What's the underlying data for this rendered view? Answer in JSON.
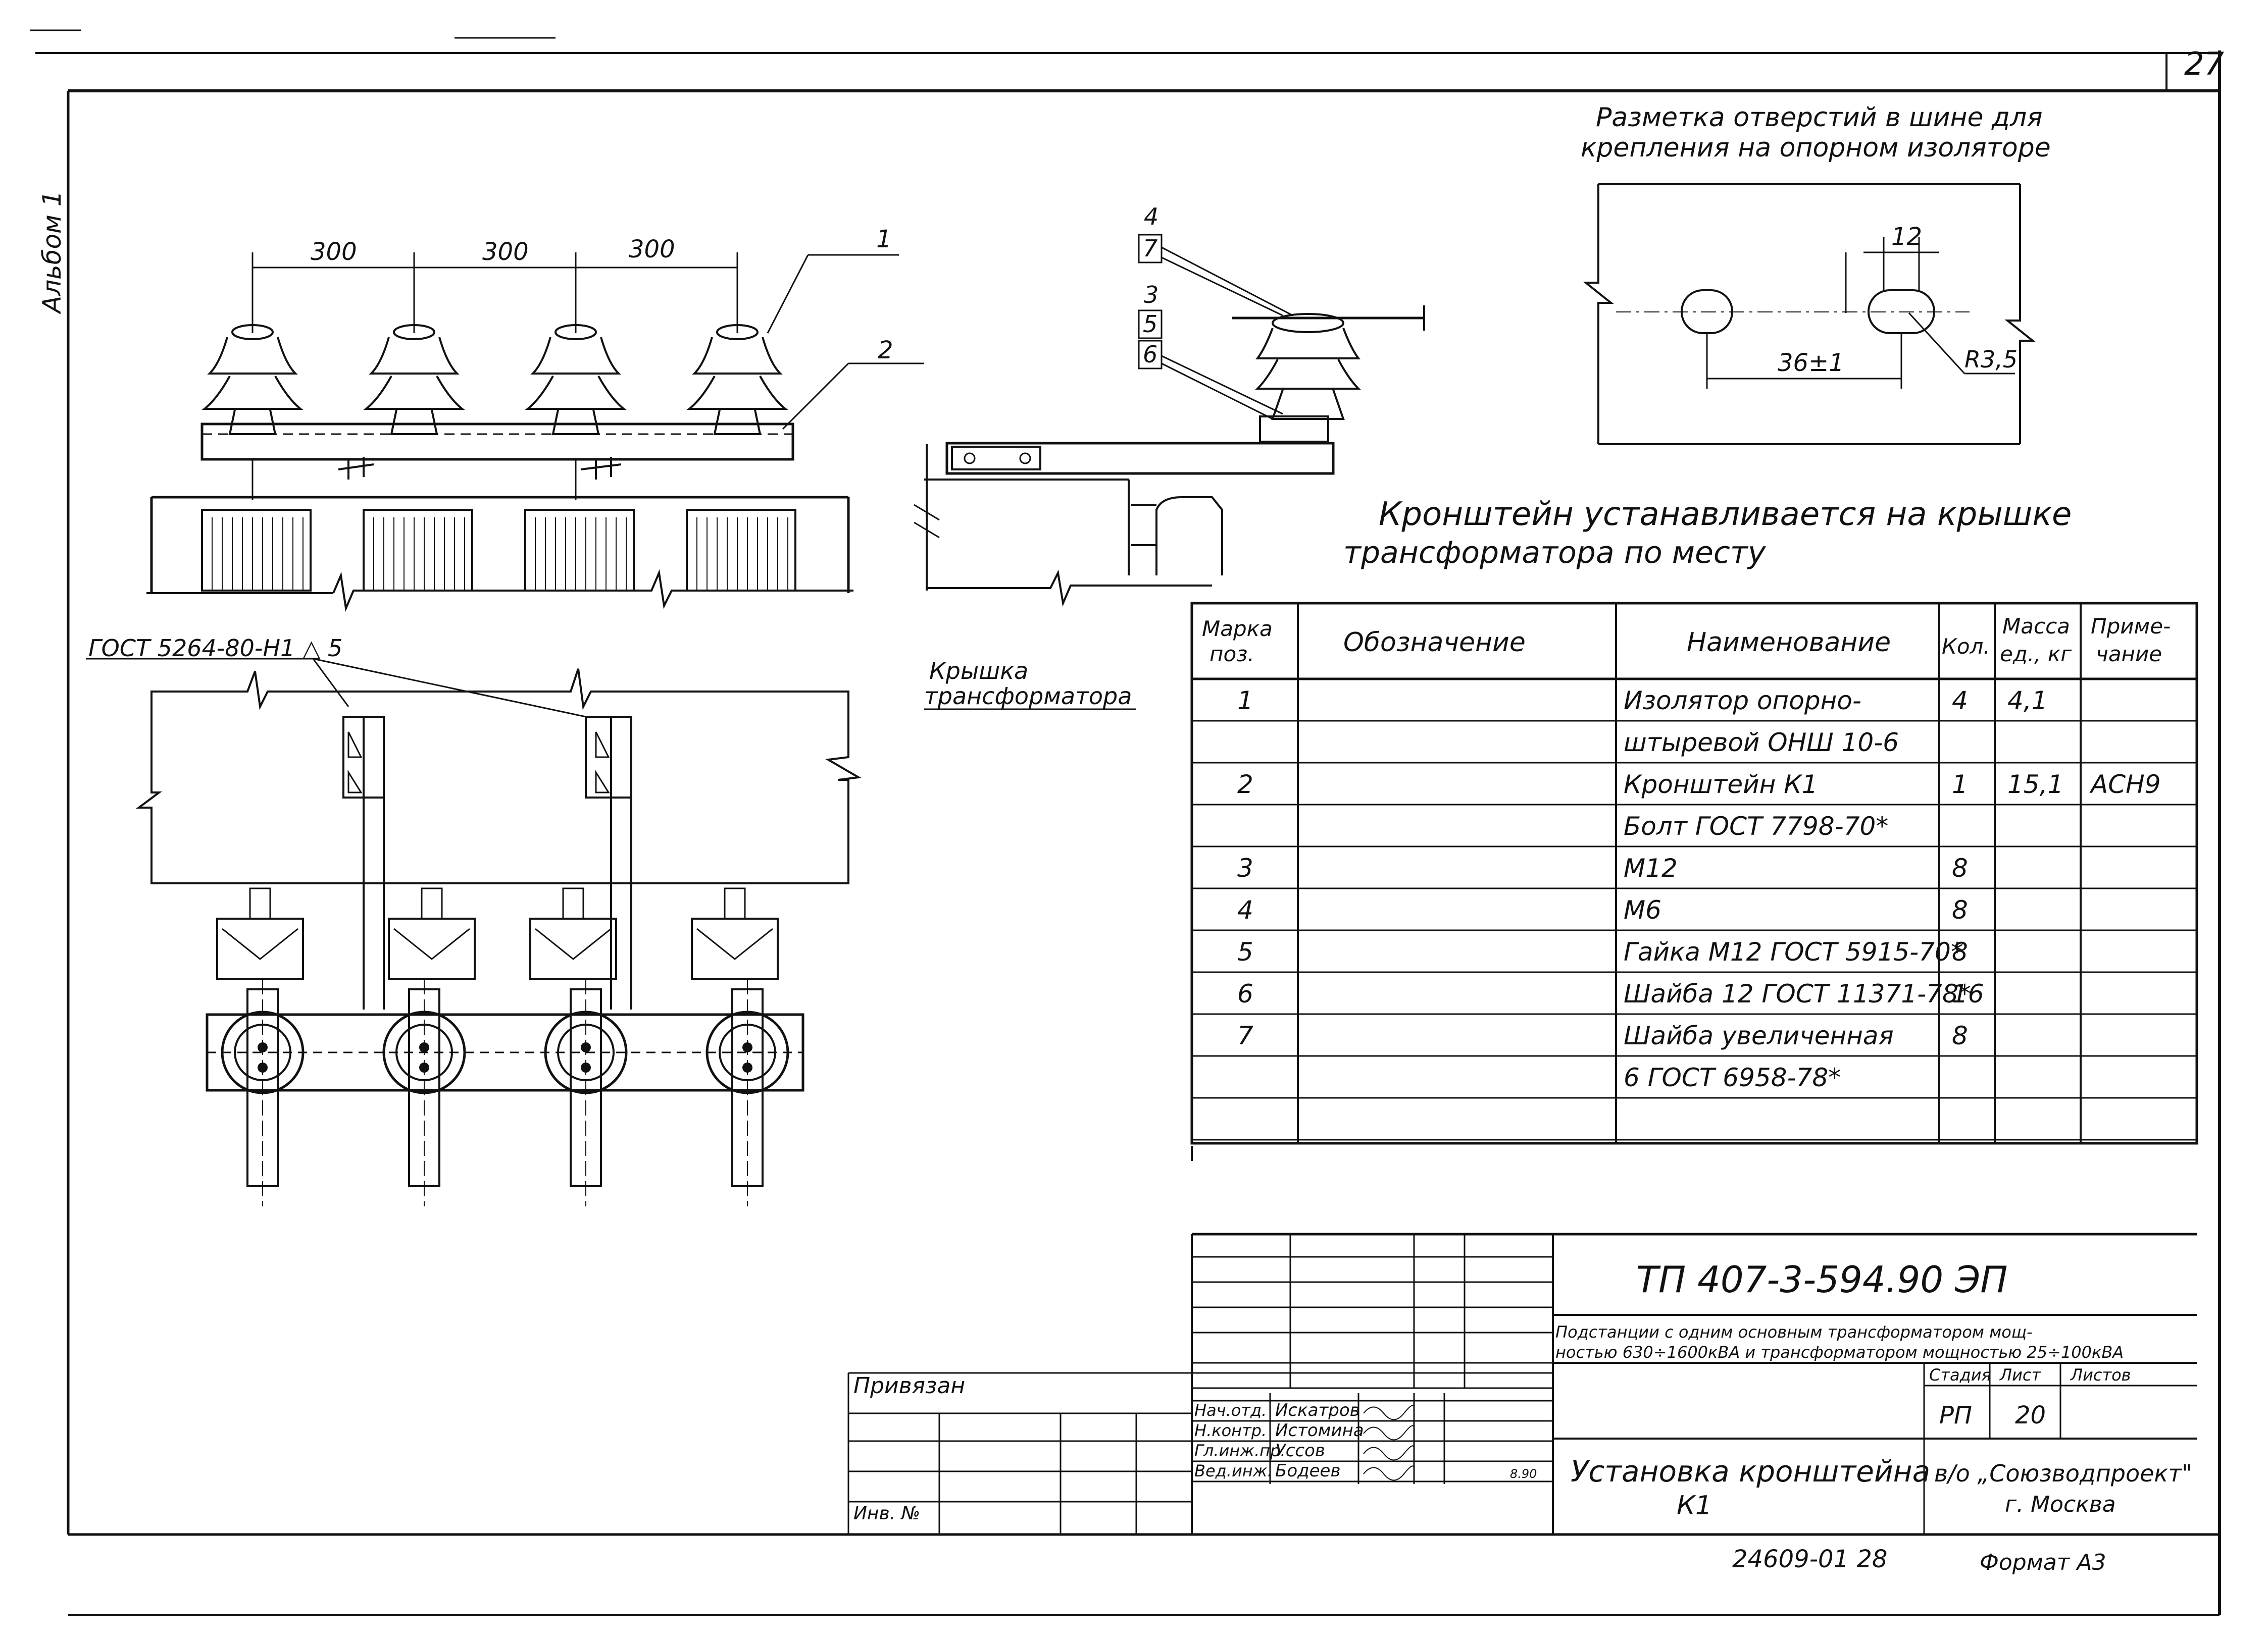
{
  "page_number": "27",
  "album_label": "Альбом 1",
  "dimensions": {
    "spacing": [
      "300",
      "300",
      "300"
    ]
  },
  "callouts": {
    "insulator": "1",
    "bracket": "2"
  },
  "side_view_marks": [
    "4",
    "7",
    "3",
    "5",
    "6"
  ],
  "marking_detail": {
    "title_line1": "Разметка отверстий в шине для",
    "title_line2": "крепления на опорном изоляторе",
    "dim_width": "12",
    "dim_spacing": "36±1",
    "dim_radius": "R3,5"
  },
  "note_line1": "Кронштейн устанавливается на крышке",
  "note_line2": "трансформатора по месту",
  "weld_spec": "ГОСТ 5264-80-Н1 △ 5",
  "cover_label_line1": "Крышка",
  "cover_label_line2": "трансформатора",
  "spec_table": {
    "headers": {
      "mark": [
        "Марка",
        "поз."
      ],
      "designation": "Обозначение",
      "name": "Наименование",
      "qty": "Кол.",
      "mass": [
        "Масса",
        "ед., кг"
      ],
      "note": [
        "Приме-",
        "чание"
      ]
    },
    "rows": [
      {
        "mark": "1",
        "designation": "",
        "name": "Изолятор опорно-",
        "qty": "4",
        "mass": "4,1",
        "note": ""
      },
      {
        "mark": "",
        "designation": "",
        "name": "штыревой ОНШ 10-6",
        "qty": "",
        "mass": "",
        "note": ""
      },
      {
        "mark": "2",
        "designation": "",
        "name": "Кронштейн К1",
        "qty": "1",
        "mass": "15,1",
        "note": "АСН9"
      },
      {
        "mark": "",
        "designation": "",
        "name": "Болт ГОСТ 7798-70*",
        "qty": "",
        "mass": "",
        "note": ""
      },
      {
        "mark": "3",
        "designation": "",
        "name": "М12",
        "qty": "8",
        "mass": "",
        "note": ""
      },
      {
        "mark": "4",
        "designation": "",
        "name": "М6",
        "qty": "8",
        "mass": "",
        "note": ""
      },
      {
        "mark": "5",
        "designation": "",
        "name": "Гайка М12 ГОСТ 5915-70*",
        "qty": "8",
        "mass": "",
        "note": ""
      },
      {
        "mark": "6",
        "designation": "",
        "name": "Шайба 12 ГОСТ 11371-78*",
        "qty": "16",
        "mass": "",
        "note": ""
      },
      {
        "mark": "7",
        "designation": "",
        "name": "Шайба увеличенная",
        "qty": "8",
        "mass": "",
        "note": ""
      },
      {
        "mark": "",
        "designation": "",
        "name": "6 ГОСТ 6958-78*",
        "qty": "",
        "mass": "",
        "note": ""
      },
      {
        "mark": "",
        "designation": "",
        "name": "",
        "qty": "",
        "mass": "",
        "note": ""
      }
    ]
  },
  "title_block": {
    "code": "ТП 407-3-594.90   ЭП",
    "project_line1": "Подстанции с одним основным трансформатором мощ-",
    "project_line2": "ностью 630÷1600кВА и трансформатором мощностью 25÷100кВА",
    "stage_header": "Стадия",
    "sheet_header": "Лист",
    "sheets_header": "Листов",
    "stage": "РП",
    "sheet": "20",
    "sheets": "",
    "drawing_title_line1": "Установка кронштейна",
    "drawing_title_line2": "К1",
    "org_line1": "в/о „Союзводпроект\"",
    "org_line2": "г. Москва",
    "privyazan": "Привязан",
    "inv_no": "Инв. №",
    "signers": [
      {
        "role": "Нач.отд.",
        "name": "Искатров"
      },
      {
        "role": "Н.контр.",
        "name": "Истомина"
      },
      {
        "role": "Гл.инж.пр.",
        "name": "Уссов"
      },
      {
        "role": "Вед.инж.",
        "name": "Бодеев"
      }
    ],
    "date_fragment": "8.90",
    "doc_number": "24609-01   28",
    "format": "Формат А3"
  }
}
